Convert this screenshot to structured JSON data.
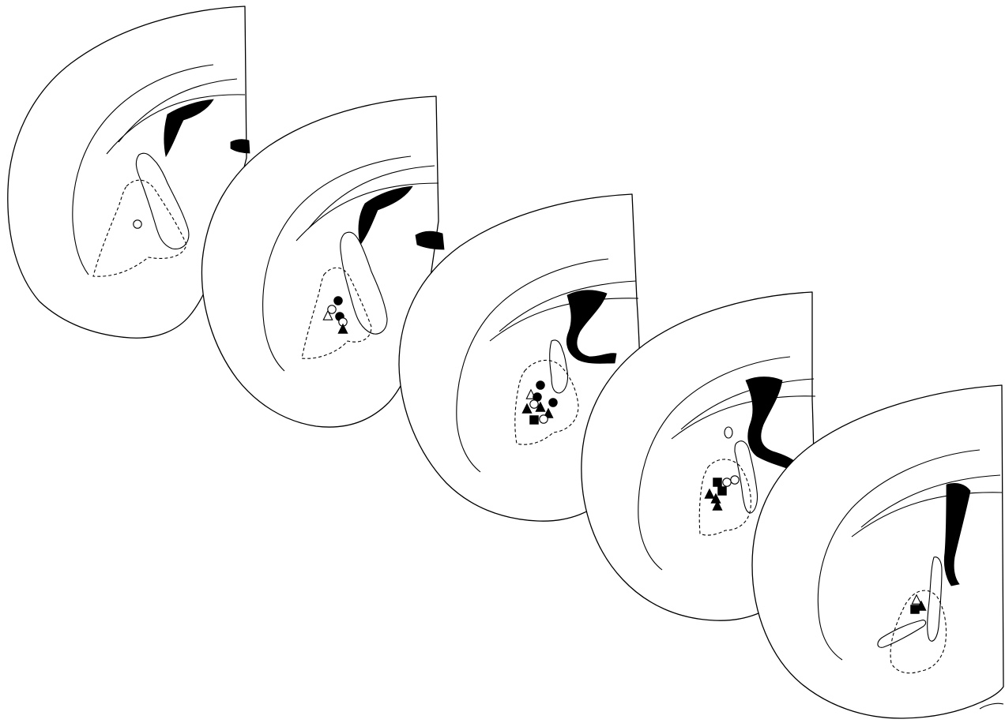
{
  "figure": {
    "sections": [
      {
        "id": "section-1",
        "markers": [
          {
            "shape": "circle",
            "filled": false
          }
        ]
      },
      {
        "id": "section-2",
        "markers": [
          {
            "shape": "circle",
            "filled": true
          },
          {
            "shape": "circle",
            "filled": false
          },
          {
            "shape": "triangle",
            "filled": false
          },
          {
            "shape": "circle",
            "filled": true
          },
          {
            "shape": "circle",
            "filled": false
          },
          {
            "shape": "triangle",
            "filled": true
          }
        ]
      },
      {
        "id": "section-3",
        "markers": [
          {
            "shape": "circle",
            "filled": true
          },
          {
            "shape": "triangle",
            "filled": false
          },
          {
            "shape": "circle",
            "filled": true
          },
          {
            "shape": "triangle",
            "filled": true
          },
          {
            "shape": "circle",
            "filled": false
          },
          {
            "shape": "circle",
            "filled": true
          },
          {
            "shape": "triangle",
            "filled": true
          },
          {
            "shape": "square",
            "filled": true
          },
          {
            "shape": "circle",
            "filled": false
          },
          {
            "shape": "triangle",
            "filled": true
          }
        ]
      },
      {
        "id": "section-4",
        "markers": [
          {
            "shape": "square",
            "filled": true
          },
          {
            "shape": "circle",
            "filled": false
          },
          {
            "shape": "circle",
            "filled": false
          },
          {
            "shape": "square",
            "filled": true
          },
          {
            "shape": "triangle",
            "filled": true
          },
          {
            "shape": "triangle",
            "filled": true
          },
          {
            "shape": "triangle",
            "filled": true
          }
        ]
      },
      {
        "id": "section-5",
        "markers": [
          {
            "shape": "triangle",
            "filled": false
          },
          {
            "shape": "square",
            "filled": true
          },
          {
            "shape": "triangle",
            "filled": true
          }
        ]
      }
    ],
    "colors": {
      "line": "#000000",
      "background": "#ffffff"
    }
  }
}
